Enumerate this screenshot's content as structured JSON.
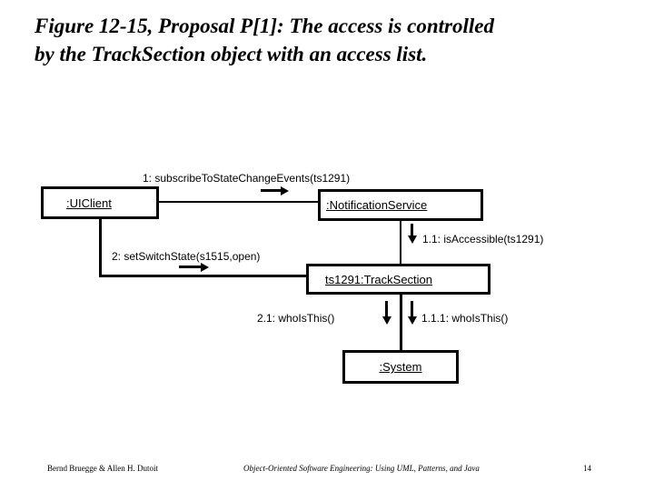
{
  "title": {
    "line1": "Figure 12-15, Proposal P[1]: The access is controlled",
    "line2": "by the TrackSection object with an access list."
  },
  "diagram": {
    "objects": {
      "uiclient": ":UIClient",
      "notification_service": ":NotificationService",
      "track_section": "ts1291:TrackSection",
      "system": ":System"
    },
    "messages": {
      "msg1": "1: subscribeToStateChangeEvents(ts1291)",
      "msg1_1": "1.1: isAccessible(ts1291)",
      "msg2": "2: setSwitchState(s1515,open)",
      "msg2_1": "2.1: whoIsThis()",
      "msg1_1_1": "1.1.1: whoIsThis()"
    }
  },
  "footer": {
    "authors": "Bernd Bruegge & Allen H. Dutoit",
    "book": "Object-Oriented Software Engineering: Using UML, Patterns, and Java",
    "page": "14"
  },
  "colors": {
    "background": "#ffffff",
    "ink": "#000000"
  }
}
